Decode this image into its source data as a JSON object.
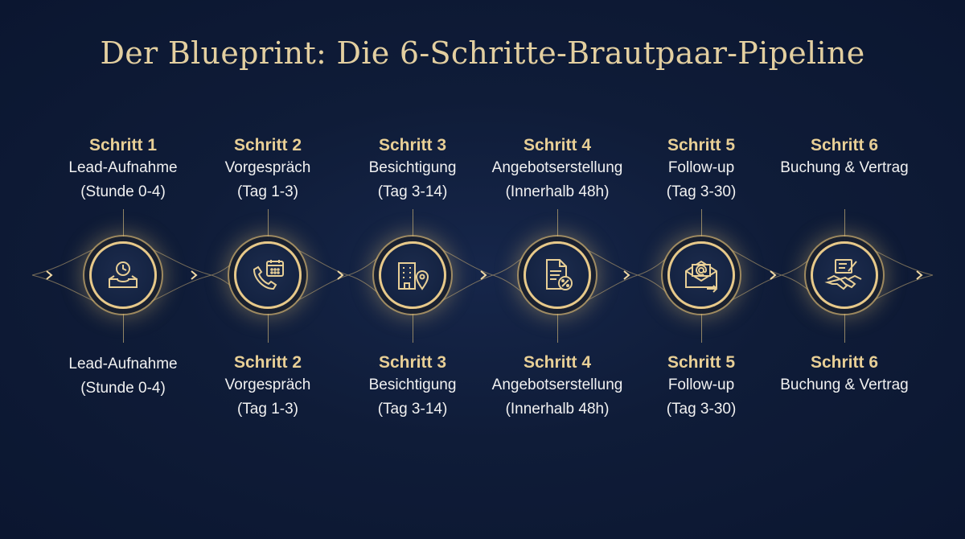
{
  "title": "Der Blueprint: Die 6-Schritte-Brautpaar-Pipeline",
  "colors": {
    "background": "#0f1c38",
    "gold": "#e3cfa0",
    "text": "#f1f1f1"
  },
  "steps_top": [
    {
      "label": "Schritt 1",
      "line1": "Lead-Aufnahme",
      "line2": "(Stunde 0-4)",
      "icon": "inbox-clock-icon"
    },
    {
      "label": "Schritt 2",
      "line1": "Vorgespräch",
      "line2": "(Tag 1-3)",
      "icon": "phone-calendar-icon"
    },
    {
      "label": "Schritt 3",
      "line1": "Besichtigung",
      "line2": "(Tag 3-14)",
      "icon": "building-location-icon"
    },
    {
      "label": "Schritt 4",
      "line1": "Angebotserstellung",
      "line2": "(Innerhalb 48h)",
      "icon": "document-percent-icon"
    },
    {
      "label": "Schritt 5",
      "line1": "Follow-up",
      "line2": "(Tag 3-30)",
      "icon": "email-send-icon"
    },
    {
      "label": "Schritt 6",
      "line1": "Buchung & Vertrag",
      "line2": "",
      "icon": "handshake-contract-icon"
    }
  ],
  "steps_bottom": [
    {
      "label": "",
      "line1": "Lead-Aufnahme",
      "line2": "(Stunde 0-4)"
    },
    {
      "label": "Schritt 2",
      "line1": "Vorgespräch",
      "line2": "(Tag 1-3)"
    },
    {
      "label": "Schritt 3",
      "line1": "Besichtigung",
      "line2": "(Tag 3-14)"
    },
    {
      "label": "Schritt 4",
      "line1": "Angebotserstellung",
      "line2": "(Innerhalb 48h)"
    },
    {
      "label": "Schritt 5",
      "line1": "Follow-up",
      "line2": "(Tag 3-30)"
    },
    {
      "label": "Schritt 6",
      "line1": "Buchung & Vertrag",
      "line2": ""
    }
  ]
}
